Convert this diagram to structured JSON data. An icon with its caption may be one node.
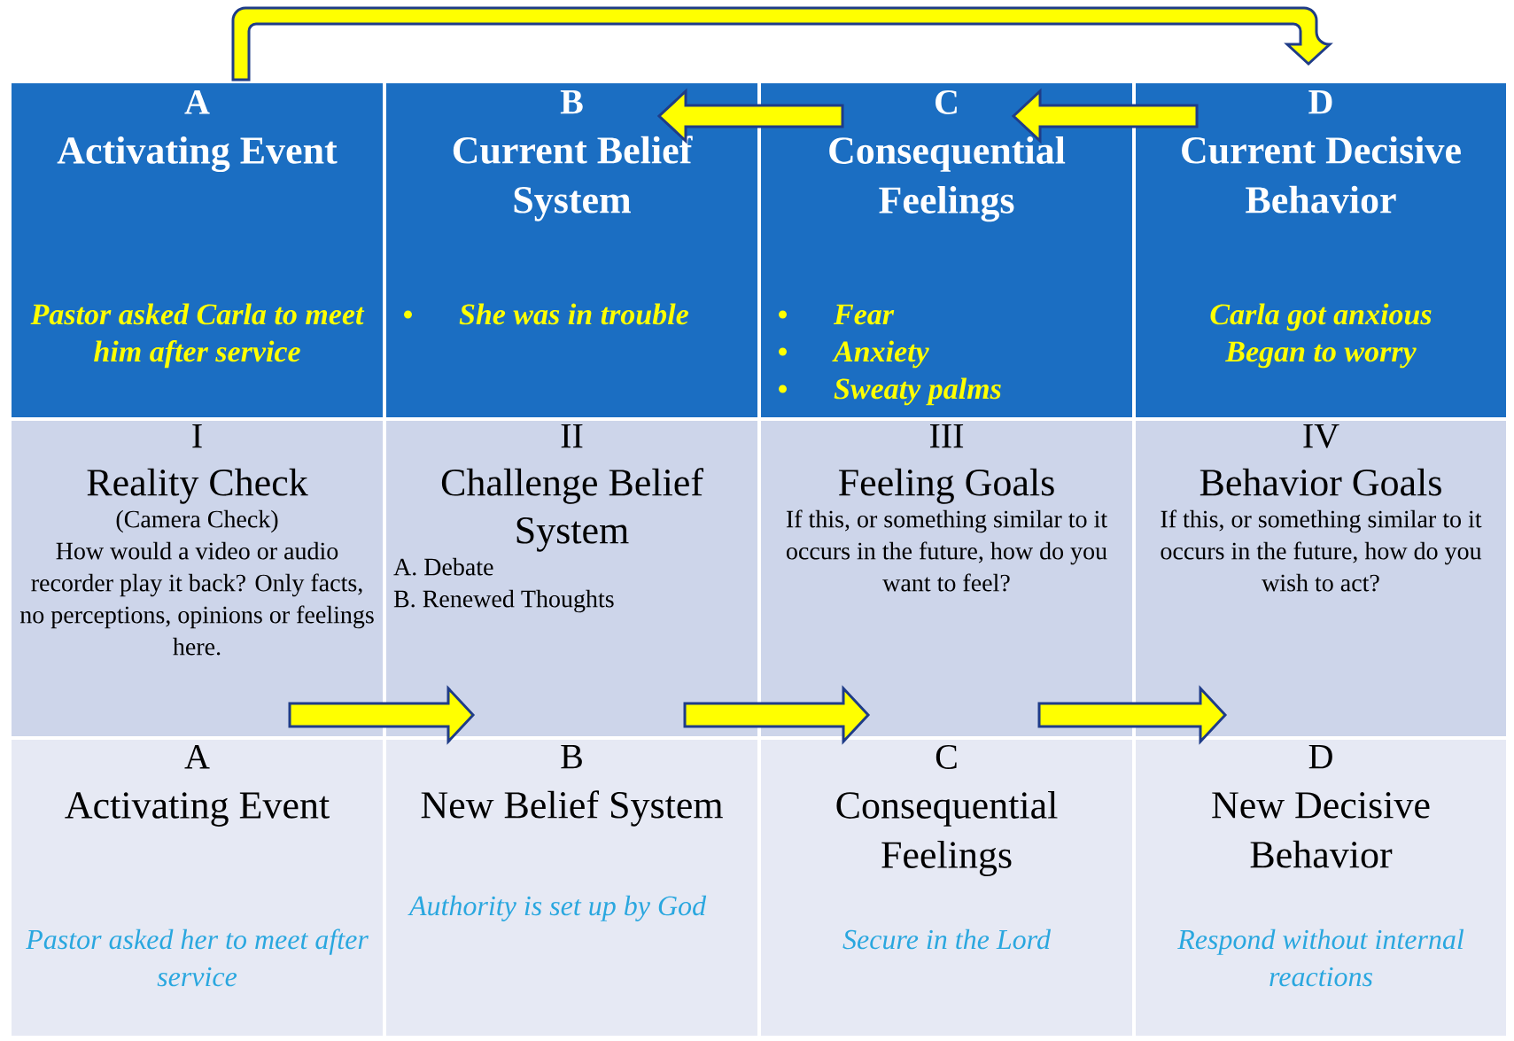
{
  "diagram": {
    "nodes": [
      {
        "text": [
          "A",
          "Activating Event",
          "Pastor asked Carla to meet him after service"
        ]
      },
      {
        "text": [
          "B",
          "Current Belief System",
          "She was in trouble"
        ]
      },
      {
        "text": [
          "C",
          "Consequential Feelings",
          "Fear",
          "Anxiety",
          "Sweaty palms"
        ]
      },
      {
        "text": [
          "D",
          "Current Decisive Behavior",
          "Carla got anxious",
          "Began to worry"
        ]
      },
      {
        "text": [
          "I",
          "Reality Check",
          "(Camera Check)",
          "How would a video or audio recorder play it back? Only facts, no perceptions, opinions or feelings here."
        ]
      },
      {
        "text": [
          "II",
          "Challenge Belief System",
          "A. Debate",
          "B. Renewed Thoughts"
        ]
      },
      {
        "text": [
          "III",
          "Feeling Goals",
          "If this, or something similar to it occurs in the future, how do you want to feel?"
        ]
      },
      {
        "text": [
          "IV",
          "Behavior Goals",
          "If this, or something similar to it occurs in the future, how do you wish to act?"
        ]
      },
      {
        "text": [
          "A",
          "Activating Event",
          "Pastor asked her to meet after service"
        ]
      },
      {
        "text": [
          "B",
          "New Belief System",
          "Authority is set up by God"
        ]
      },
      {
        "text": [
          "C",
          "Consequential Feelings",
          "Secure in the Lord"
        ]
      },
      {
        "text": [
          "D",
          "New Decisive Behavior",
          "Respond without internal reactions"
        ]
      }
    ],
    "edges": [
      {
        "from": 0,
        "to": 3,
        "arrow": "to"
      },
      {
        "from": 3,
        "to": 2,
        "arrow": "to"
      },
      {
        "from": 2,
        "to": 1,
        "arrow": "to"
      },
      {
        "from": 4,
        "to": 5,
        "arrow": "to"
      },
      {
        "from": 5,
        "to": 6,
        "arrow": "to"
      },
      {
        "from": 6,
        "to": 7,
        "arrow": "to"
      }
    ]
  }
}
